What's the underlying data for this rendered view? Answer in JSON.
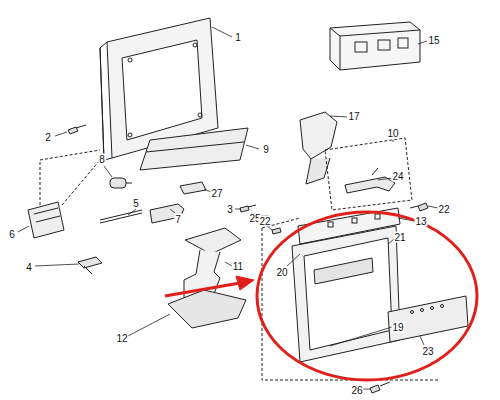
{
  "diagram": {
    "labels": [
      "1",
      "15",
      "2",
      "17",
      "10",
      "8",
      "9",
      "24",
      "6",
      "27",
      "3",
      "25",
      "22",
      "22",
      "5",
      "7",
      "13",
      "20",
      "21",
      "4",
      "11",
      "12",
      "19",
      "23",
      "26"
    ]
  }
}
